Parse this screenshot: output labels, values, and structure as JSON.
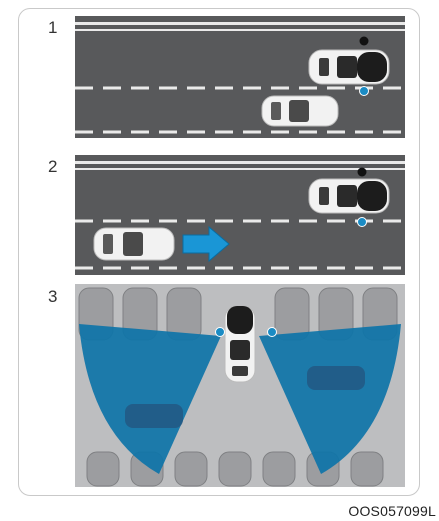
{
  "figure": {
    "step_labels": [
      "1",
      "2",
      "3"
    ],
    "caption": "OOS057099L"
  },
  "colors": {
    "road": "#58595b",
    "lane_line": "#eaeaea",
    "sensor_blue": "#1a8bc4",
    "detection_zone": "#0e74a8",
    "arrow": "#1a96d6",
    "lot_floor": "#bdbec0",
    "car_white": "#f2f2f2",
    "car_black": "#1c1c1c"
  },
  "icons": [
    "sensor-dot-icon",
    "direction-arrow-icon",
    "car-icon"
  ]
}
